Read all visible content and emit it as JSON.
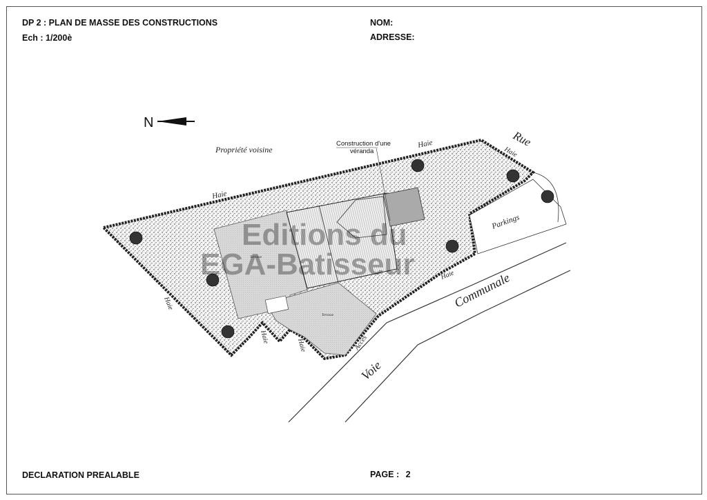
{
  "header": {
    "title": "DP 2 : PLAN DE MASSE DES CONSTRUCTIONS",
    "scale": "Ech : 1/200è",
    "name_label": "NOM:",
    "address_label": "ADRESSE:"
  },
  "plan": {
    "north_label": "N",
    "neighbor_label": "Propriété voisine",
    "hedge_label": "Haie",
    "veranda_label_line1": "Construction d'une",
    "veranda_label_line2": "véranda",
    "street_label": "Rue",
    "parking_label": "Parkings",
    "road_label_1": "Voie",
    "road_label_2": "Communale",
    "access_label": "Accès",
    "terrace_label": "Terrasse",
    "watermark_line1": "Editions du",
    "watermark_line2": "EGA-Batisseur"
  },
  "footer": {
    "form_label": "DECLARATION PREALABLE",
    "page_label": "PAGE :",
    "page_number": "2"
  }
}
